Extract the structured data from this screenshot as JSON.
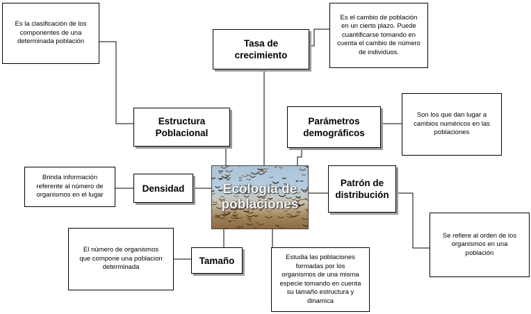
{
  "center": {
    "title": "Ecología de\npoblaciones",
    "image": "flock-of-birds-photo"
  },
  "concepts": {
    "tasa": "Tasa de\ncrecimiento",
    "estructura": "Estructura\nPoblacional",
    "parametros": "Parámetros\ndemográficos",
    "densidad": "Densidad",
    "patron": "Patrón de\ndistribución",
    "tamano": "Tamaño"
  },
  "descriptions": {
    "estructura": "Es la clasificación de los\ncomponentes de una\ndeterminada población",
    "tasa": "Es el cambio de población\nen un cierto plazo. Puede\ncuantificarse tomando en\ncuenta el cambio de número\nde individuos.",
    "parametros": "Son los que dan lugar a\ncambios numéricos en las\npoblaciones",
    "densidad": "Brinda información\nreferente al número de\norganismos en el lugar",
    "patron": "Se refiere al orden de los\norganismos en una\npoblación",
    "tamano": "El número de organismos\nque compone una poblacion\ndeterminada",
    "center": "Estudia las poblaciones\nformadas por los\norganismos de una misma\nespecie tomando en cuenta\nsu tamaño estructura y\ndinamica"
  }
}
